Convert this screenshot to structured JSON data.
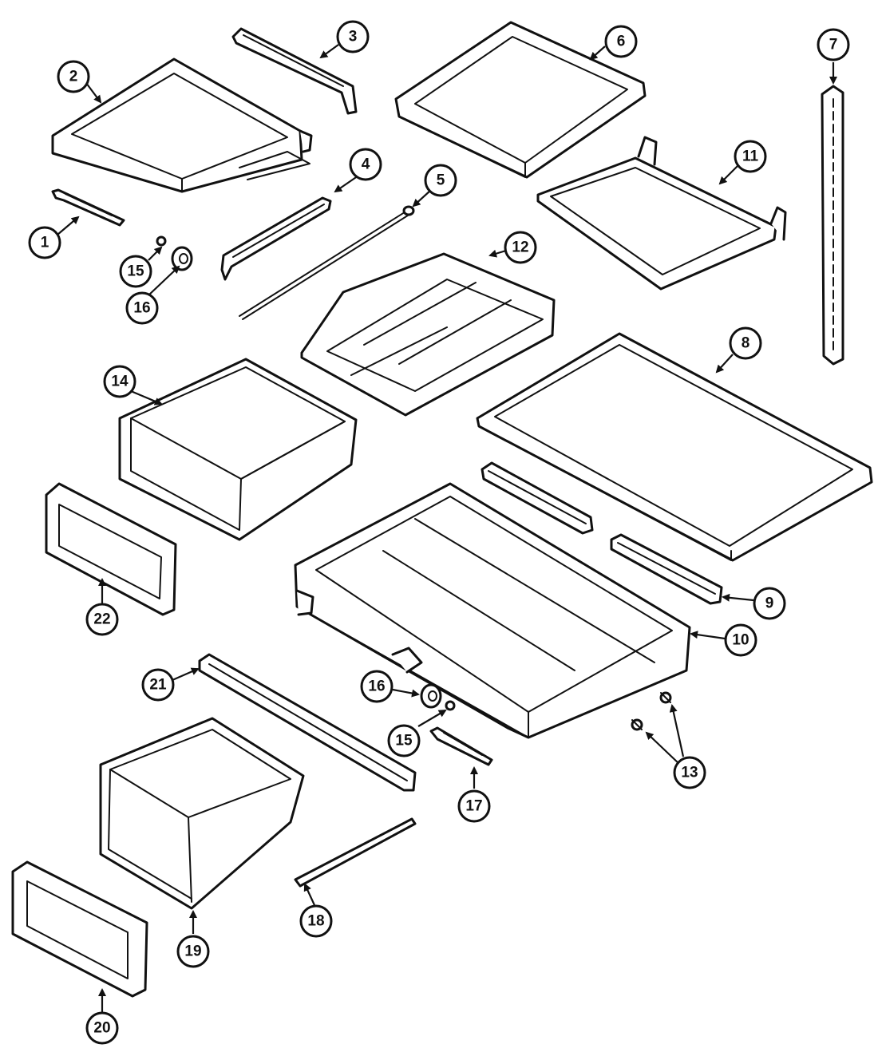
{
  "diagram": {
    "callouts": [
      {
        "id": "c1",
        "label": "1"
      },
      {
        "id": "c2",
        "label": "2"
      },
      {
        "id": "c3",
        "label": "3"
      },
      {
        "id": "c4",
        "label": "4"
      },
      {
        "id": "c5",
        "label": "5"
      },
      {
        "id": "c6",
        "label": "6"
      },
      {
        "id": "c7",
        "label": "7"
      },
      {
        "id": "c8",
        "label": "8"
      },
      {
        "id": "c9",
        "label": "9"
      },
      {
        "id": "c10",
        "label": "10"
      },
      {
        "id": "c11",
        "label": "11"
      },
      {
        "id": "c12",
        "label": "12"
      },
      {
        "id": "c13",
        "label": "13"
      },
      {
        "id": "c14",
        "label": "14"
      },
      {
        "id": "c15a",
        "label": "15"
      },
      {
        "id": "c15b",
        "label": "15"
      },
      {
        "id": "c16a",
        "label": "16"
      },
      {
        "id": "c16b",
        "label": "16"
      },
      {
        "id": "c17",
        "label": "17"
      },
      {
        "id": "c18",
        "label": "18"
      },
      {
        "id": "c19",
        "label": "19"
      },
      {
        "id": "c20",
        "label": "20"
      },
      {
        "id": "c21",
        "label": "21"
      },
      {
        "id": "c22",
        "label": "22"
      }
    ]
  }
}
